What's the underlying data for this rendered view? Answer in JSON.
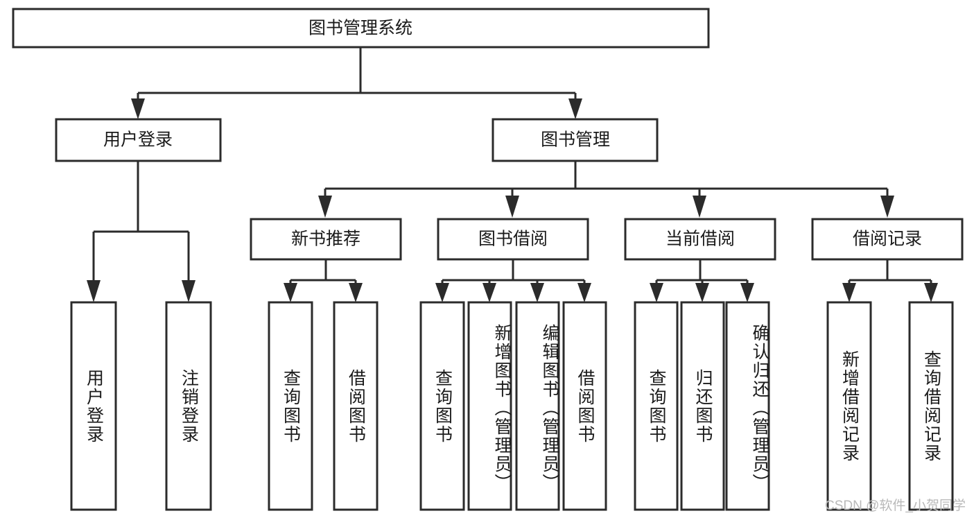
{
  "diagram": {
    "type": "tree",
    "title": "图书管理系统",
    "orientation": "top-down",
    "watermark": "CSDN @软件_小贺同学",
    "colors": {
      "box_stroke": "#2b2b2b",
      "box_fill": "#ffffff",
      "text": "#1a1a1a",
      "background": "#ffffff",
      "watermark": "#b9b9b9"
    },
    "levels": {
      "root": {
        "label": "图书管理系统"
      },
      "level2": [
        {
          "label": "用户登录"
        },
        {
          "label": "图书管理"
        }
      ],
      "level3": [
        {
          "label": "新书推荐"
        },
        {
          "label": "图书借阅"
        },
        {
          "label": "当前借阅"
        },
        {
          "label": "借阅记录"
        }
      ],
      "leaves": {
        "user_login": [
          {
            "label": "用户登录"
          },
          {
            "label": "注销登录"
          }
        ],
        "new_book_recommend": [
          {
            "label": "查询图书"
          },
          {
            "label": "借阅图书"
          }
        ],
        "book_borrow": [
          {
            "label": "查询图书"
          },
          {
            "label": "新增图书（管理员）"
          },
          {
            "label": "编辑图书（管理员）"
          },
          {
            "label": "借阅图书"
          }
        ],
        "current_borrow": [
          {
            "label": "查询图书"
          },
          {
            "label": "归还图书"
          },
          {
            "label": "确认归还（管理员）"
          }
        ],
        "borrow_record": [
          {
            "label": "新增借阅记录"
          },
          {
            "label": "查询借阅记录"
          }
        ]
      }
    }
  }
}
